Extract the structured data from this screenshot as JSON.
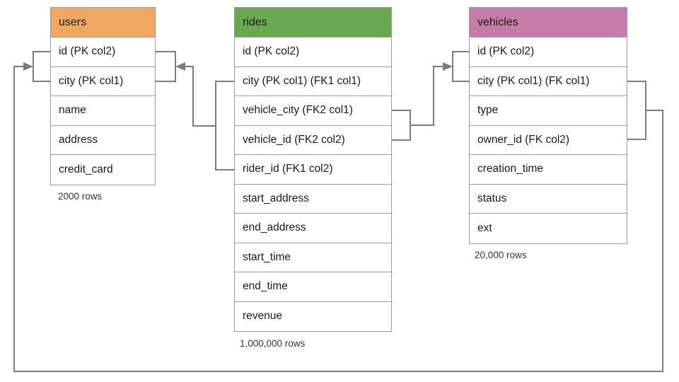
{
  "diagram": {
    "title": "ER schema diagram",
    "background_color": "#ffffff",
    "line_color": "#7b7b7b",
    "border_color": "#9a9a9a"
  },
  "tables": [
    {
      "name": "users",
      "header_label": "users",
      "header_color": "#F0A860",
      "row_count_label": "2000 rows",
      "columns": [
        {
          "label": "id (PK col2)"
        },
        {
          "label": "city (PK col1)"
        },
        {
          "label": "name"
        },
        {
          "label": "address"
        },
        {
          "label": "credit_card"
        }
      ]
    },
    {
      "name": "rides",
      "header_label": "rides",
      "header_color": "#6AA84F",
      "row_count_label": "1,000,000 rows",
      "columns": [
        {
          "label": "id (PK col2)"
        },
        {
          "label": "city (PK col1) (FK1 col1)"
        },
        {
          "label": "vehicle_city (FK2 col1)"
        },
        {
          "label": "vehicle_id (FK2 col2)"
        },
        {
          "label": "rider_id (FK1 col2)"
        },
        {
          "label": "start_address"
        },
        {
          "label": "end_address"
        },
        {
          "label": "start_time"
        },
        {
          "label": "end_time"
        },
        {
          "label": "revenue"
        }
      ]
    },
    {
      "name": "vehicles",
      "header_label": "vehicles",
      "header_color": "#C77BA8",
      "row_count_label": "20,000 rows",
      "columns": [
        {
          "label": "id (PK col2)"
        },
        {
          "label": "city (PK col1) (FK col1)"
        },
        {
          "label": "type"
        },
        {
          "label": "owner_id (FK col2)"
        },
        {
          "label": "creation_time"
        },
        {
          "label": "status"
        },
        {
          "label": "ext"
        }
      ]
    }
  ],
  "relationships": [
    {
      "name": "rides-fk1-to-users",
      "from_table": "rides",
      "from_columns": [
        "city (PK col1) (FK1 col1)",
        "rider_id (FK1 col2)"
      ],
      "to_table": "users",
      "to_columns": [
        "id (PK col2)",
        "city (PK col1)"
      ]
    },
    {
      "name": "rides-fk2-to-vehicles",
      "from_table": "rides",
      "from_columns": [
        "vehicle_city (FK2 col1)",
        "vehicle_id (FK2 col2)"
      ],
      "to_table": "vehicles",
      "to_columns": [
        "id (PK col2)",
        "city (PK col1) (FK col1)"
      ]
    },
    {
      "name": "vehicles-fk-to-users",
      "from_table": "vehicles",
      "from_columns": [
        "city (PK col1) (FK col1)",
        "owner_id (FK col2)"
      ],
      "to_table": "users",
      "to_columns": [
        "id (PK col2)",
        "city (PK col1)"
      ]
    }
  ]
}
